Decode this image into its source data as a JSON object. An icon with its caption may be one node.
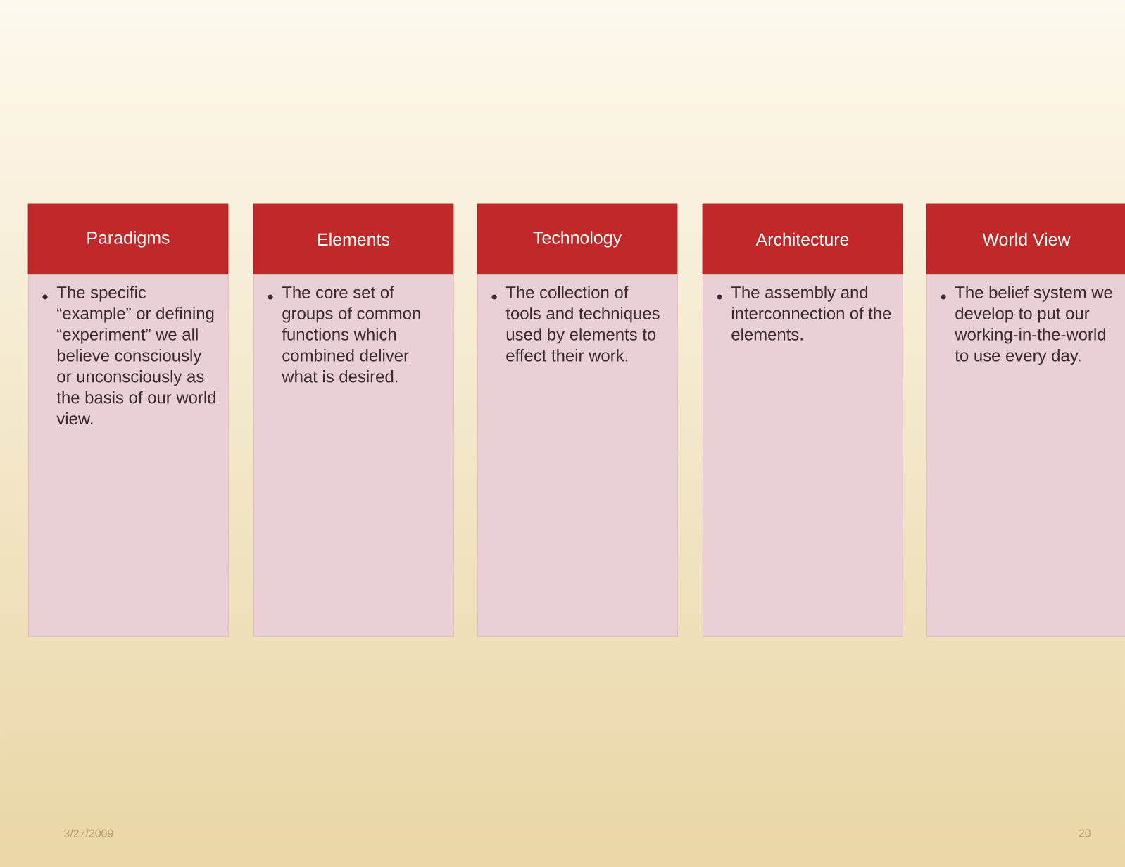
{
  "diagram": {
    "nodes": [
      {
        "text": [
          "Paradigms"
        ]
      },
      {
        "text": [
          "Elements"
        ]
      },
      {
        "text": [
          "Technology"
        ]
      },
      {
        "text": [
          "Architecture"
        ]
      },
      {
        "text": [
          "World View"
        ]
      },
      {
        "text": [
          "The specific “example” or defining “experiment” we all believe consciously or unconsciously as the basis of our world view."
        ]
      },
      {
        "text": [
          "The core set of groups of common functions which combined deliver what is desired."
        ]
      },
      {
        "text": [
          "The collection of tools and techniques used by elements to effect their work."
        ]
      },
      {
        "text": [
          "The assembly and interconnection of the elements."
        ]
      },
      {
        "text": [
          "The belief system we develop to put our working-in-the-world to use every day."
        ]
      }
    ],
    "labels": [
      "3/27/2009",
      "20"
    ]
  }
}
